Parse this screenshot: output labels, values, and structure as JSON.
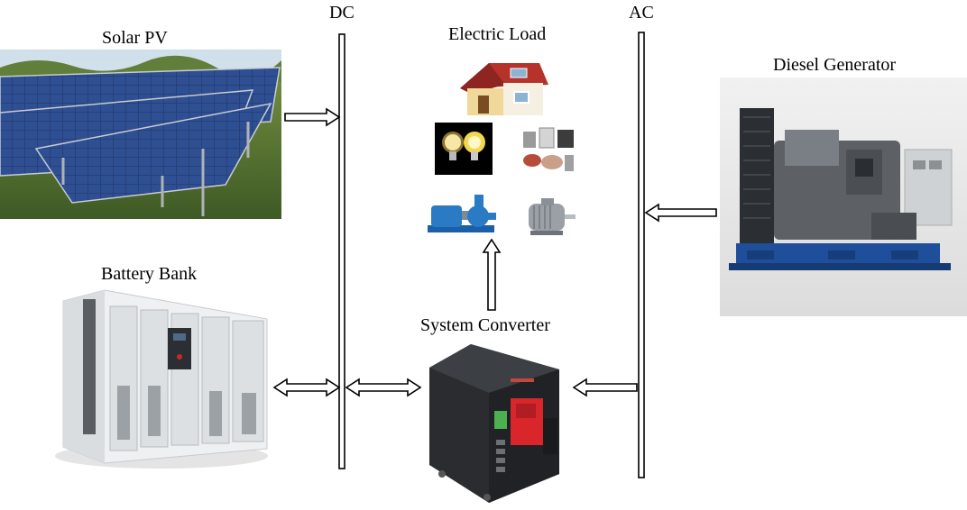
{
  "labels": {
    "dc": "DC",
    "ac": "AC",
    "solar_pv": "Solar PV",
    "electric_load": "Electric Load",
    "diesel_generator": "Diesel Generator",
    "battery_bank": "Battery Bank",
    "system_converter": "System Converter"
  },
  "colors": {
    "line": "#000000",
    "generator_blue": "#1f4f9a",
    "converter_red": "#d8262a",
    "sky": "#c9d9e6"
  },
  "icons": [
    "solar-panel-icon",
    "house-icon",
    "light-bulb-icon",
    "appliances-icon",
    "pump-icon",
    "motor-icon",
    "battery-cabinet-icon",
    "inverter-icon",
    "diesel-generator-icon"
  ]
}
